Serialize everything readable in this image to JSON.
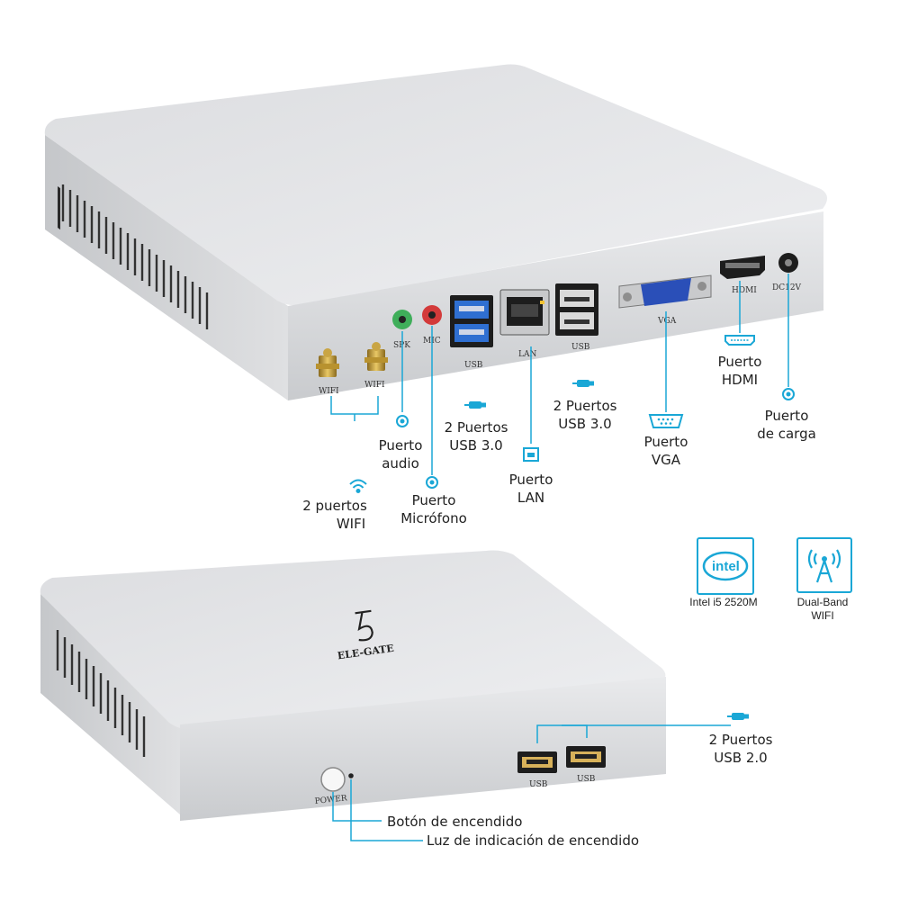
{
  "colors": {
    "accent": "#1aa7d6",
    "case": "#e6e7e9",
    "case_side": "#cfd1d4",
    "usb3_blue": "#2f6fd1",
    "vga_blue": "#2a4fb8"
  },
  "top_device": {
    "port_labels": {
      "wifi_1": "WIFI",
      "wifi_2": "WIFI",
      "spk": "SPK",
      "mic": "MIC",
      "usb_left": "USB",
      "lan": "LAN",
      "usb_right": "USB",
      "vga": "VGA",
      "hdmi": "HDMI",
      "dc": "DC12V"
    },
    "callouts": {
      "wifi_line1": "2 puertos",
      "wifi_line2": "WIFI",
      "audio_line1": "Puerto",
      "audio_line2": "audio",
      "mic_line1": "Puerto",
      "mic_line2": "Micrófono",
      "usb30_left_line1": "2 Puertos",
      "usb30_left_line2": "USB 3.0",
      "lan_line1": "Puerto",
      "lan_line2": "LAN",
      "usb30_right_line1": "2 Puertos",
      "usb30_right_line2": "USB 3.0",
      "vga_line1": "Puerto",
      "vga_line2": "VGA",
      "hdmi_line1": "Puerto",
      "hdmi_line2": "HDMI",
      "dc_line1": "Puerto",
      "dc_line2": "de carga"
    }
  },
  "badges": {
    "intel_logo": "intel",
    "intel_caption": "Intel i5 2520M",
    "wifi_caption_line1": "Dual-Band",
    "wifi_caption_line2": "WIFI"
  },
  "bottom_device": {
    "brand": "ELE-GATE",
    "usb_1": "USB",
    "usb_2": "USB",
    "power": "POWER",
    "callouts": {
      "usb20_line1": "2 Puertos",
      "usb20_line2": "USB 2.0",
      "power_button": "Botón de encendido",
      "power_led": "Luz de indicación de encendido"
    }
  },
  "icons": [
    "wifi-icon",
    "audio-jack-icon",
    "mic-jack-icon",
    "usb-icon",
    "lan-icon",
    "vga-icon",
    "hdmi-icon",
    "charge-dot-icon",
    "intel-logo-icon",
    "antenna-icon"
  ]
}
